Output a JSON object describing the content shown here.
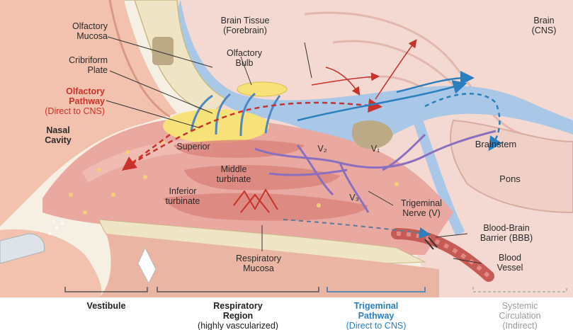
{
  "labels": {
    "olfactory_mucosa": [
      "Olfactory",
      "Mucosa"
    ],
    "cribriform_plate": [
      "Cribriform",
      "Plate"
    ],
    "olfactory_pathway": [
      "Olfactory",
      "Pathway",
      "(Direct to CNS)"
    ],
    "nasal_cavity": [
      "Nasal",
      "Cavity"
    ],
    "brain_tissue": [
      "Brain Tissue",
      "(Forebrain)"
    ],
    "brain_cns": [
      "Brain",
      "(CNS)"
    ],
    "olfactory_bulb": [
      "Olfactory",
      "Bulb"
    ],
    "superior": "Superior",
    "v2_upper": "V₂",
    "v1": "V₁",
    "brainstem": "Brainstem",
    "middle_turbinate": [
      "Middle",
      "turbinate"
    ],
    "pons": "Pons",
    "inferior_turbinate": [
      "Inferior",
      "turbinate"
    ],
    "v3": "V₃",
    "trigeminal_nerve": [
      "Trigeminal",
      "Nerve (V)"
    ],
    "bbb": [
      "Blood-Brain",
      "Barrier (BBB)"
    ],
    "blood_vessel": [
      "Blood",
      "Vessel"
    ],
    "respiratory_mucosa": [
      "Respiratory",
      "Mucosa"
    ]
  },
  "bottom": {
    "vestibule": "Vestibule",
    "respiratory_region": [
      "Respiratory",
      "Region",
      "(highly vascularized)"
    ],
    "trigeminal_pathway": [
      "Trigeminal",
      "Pathway",
      "(Direct to CNS)"
    ],
    "systemic_circulation": [
      "Systemic",
      "Circulation",
      "(Indirect)"
    ]
  },
  "colors": {
    "skin": "#f2c2ae",
    "mucosa": "#e9a9a0",
    "bone": "#efe4c4",
    "brain": "#f3d9d2",
    "olfactory": "#f7e27a",
    "csf": "#a9c7e6",
    "trigeminal": "#8b6fbf",
    "olfactory_pathway": "#c8322a",
    "trigeminal_pathway": "#2b7fbf",
    "vessel": "#c65a55"
  }
}
